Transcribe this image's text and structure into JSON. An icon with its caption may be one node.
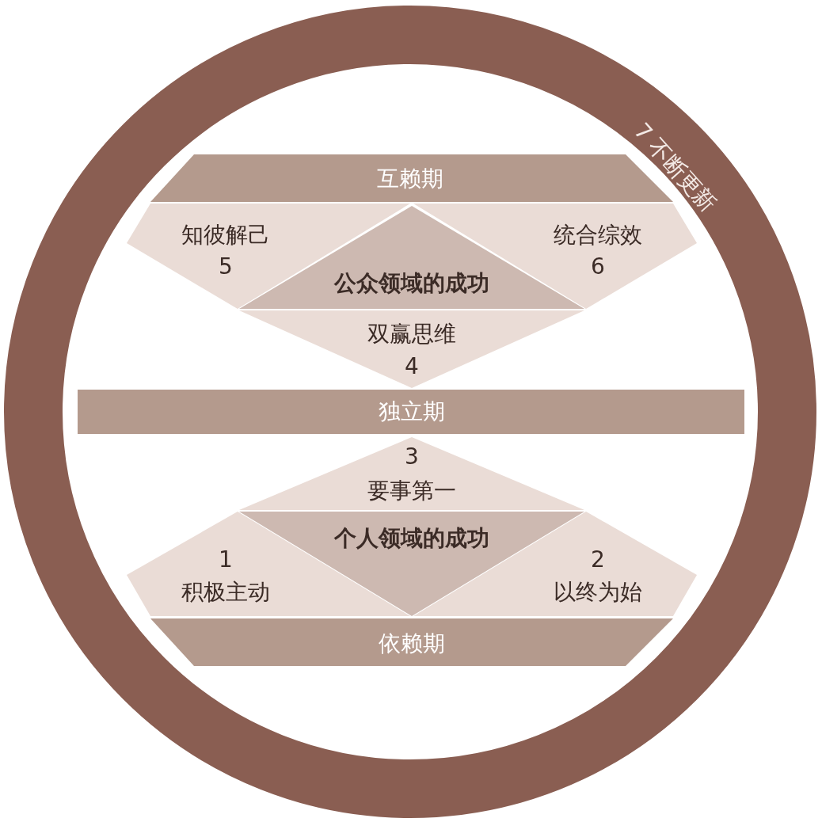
{
  "diagram": {
    "nodes": [
      {
        "text": [
          "7 不断更新"
        ]
      },
      {
        "text": [
          "互赖期"
        ],
        "in": 0
      },
      {
        "text": [
          "知彼解己",
          "5"
        ],
        "in": 0
      },
      {
        "text": [
          "统合综效",
          "6"
        ],
        "in": 0
      },
      {
        "text": [
          "公众领域的成功"
        ],
        "in": 0
      },
      {
        "text": [
          "双赢思维",
          "4"
        ],
        "in": 0
      },
      {
        "text": [
          "独立期"
        ],
        "in": 0
      },
      {
        "text": [
          "3",
          "要事第一"
        ],
        "in": 0
      },
      {
        "text": [
          "个人领域的成功"
        ],
        "in": 0
      },
      {
        "text": [
          "1",
          "积极主动"
        ],
        "in": 0
      },
      {
        "text": [
          "2",
          "以终为始"
        ],
        "in": 0
      },
      {
        "text": [
          "依赖期"
        ],
        "in": 0
      }
    ]
  }
}
